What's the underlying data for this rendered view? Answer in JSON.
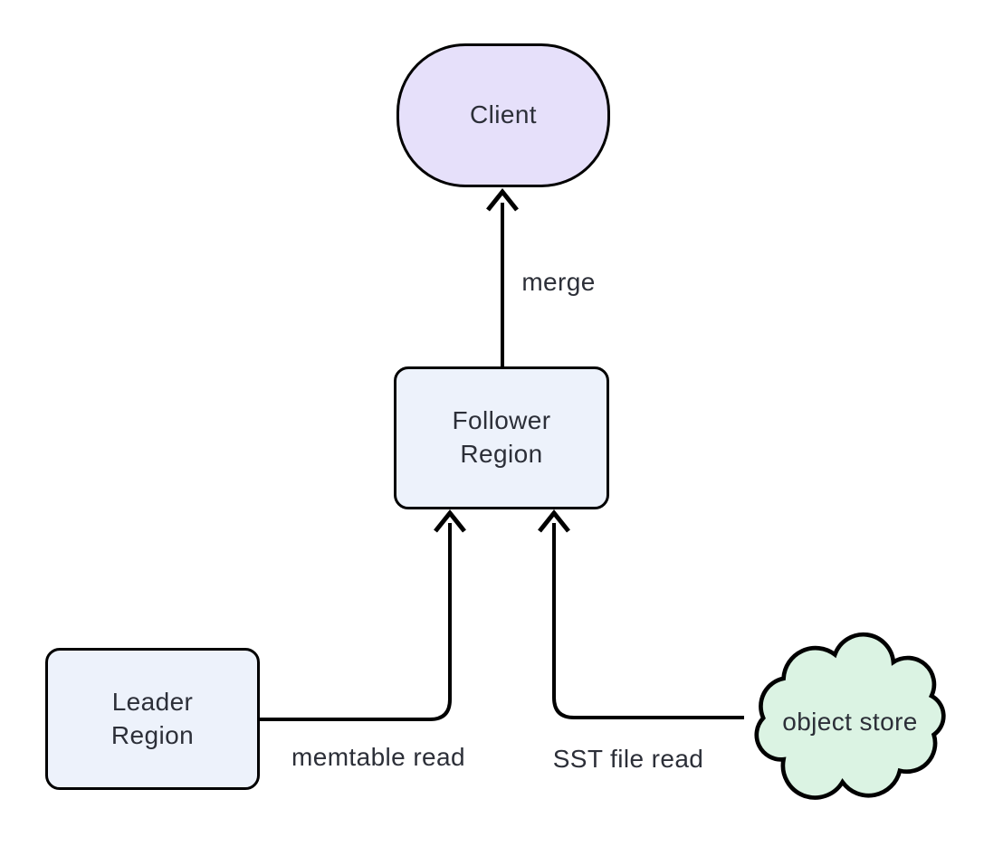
{
  "diagram": {
    "background_color": "#ffffff",
    "stroke_color": "#000000",
    "text_color": "#2c2f38",
    "nodes": {
      "client": {
        "label": "Client",
        "shape": "stadium",
        "fill": "#e6e0fa"
      },
      "follower": {
        "label": "Follower\nRegion",
        "shape": "rounded-rect",
        "fill": "#edf2fb"
      },
      "leader": {
        "label": "Leader\nRegion",
        "shape": "rounded-rect",
        "fill": "#edf2fb"
      },
      "object_store": {
        "label": "object store",
        "shape": "cloud",
        "fill": "#dbf3e3"
      }
    },
    "edges": [
      {
        "from": "follower",
        "to": "client",
        "label": "merge"
      },
      {
        "from": "leader",
        "to": "follower",
        "label": "memtable read"
      },
      {
        "from": "object_store",
        "to": "follower",
        "label": "SST file read"
      }
    ]
  }
}
